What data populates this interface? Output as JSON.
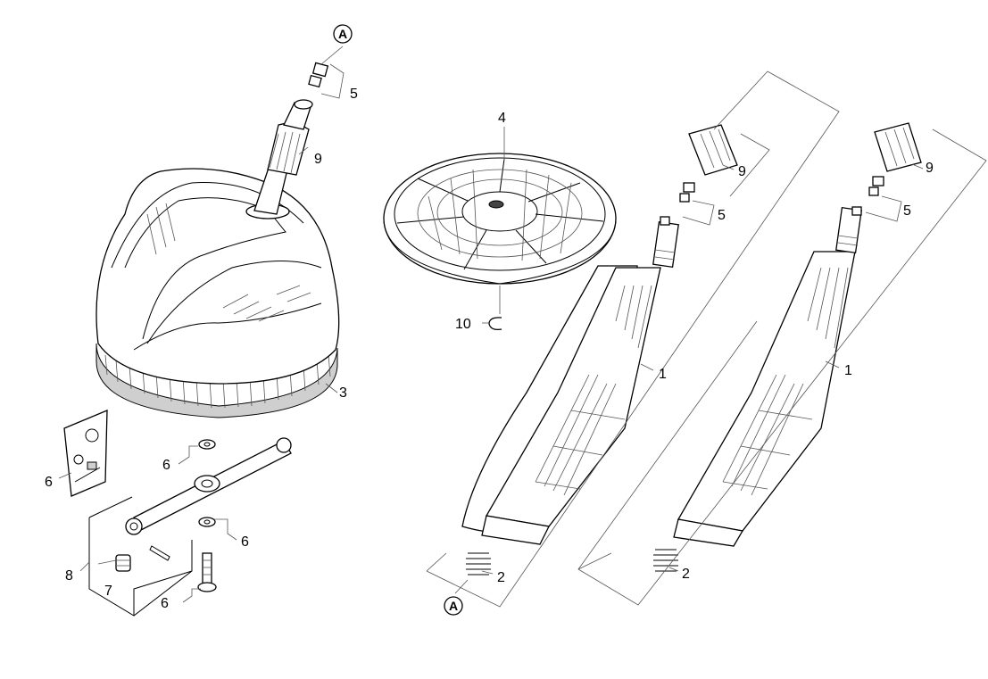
{
  "labels": {
    "ref_top": "A",
    "ref_bottom": "A",
    "c5a": "5",
    "c9a": "9",
    "c3": "3",
    "c4": "4",
    "c10": "10",
    "c6a": "6",
    "c6b": "6",
    "c6c": "6",
    "c6d": "6",
    "c7": "7",
    "c8": "8",
    "c9b": "9",
    "c5b": "5",
    "c1a": "1",
    "c2a": "2",
    "c9c": "9",
    "c5c": "5",
    "c1b": "1",
    "c2b": "2"
  },
  "colors": {
    "line": "#000000",
    "shade": "#cfcfcf",
    "dark": "#444444"
  }
}
